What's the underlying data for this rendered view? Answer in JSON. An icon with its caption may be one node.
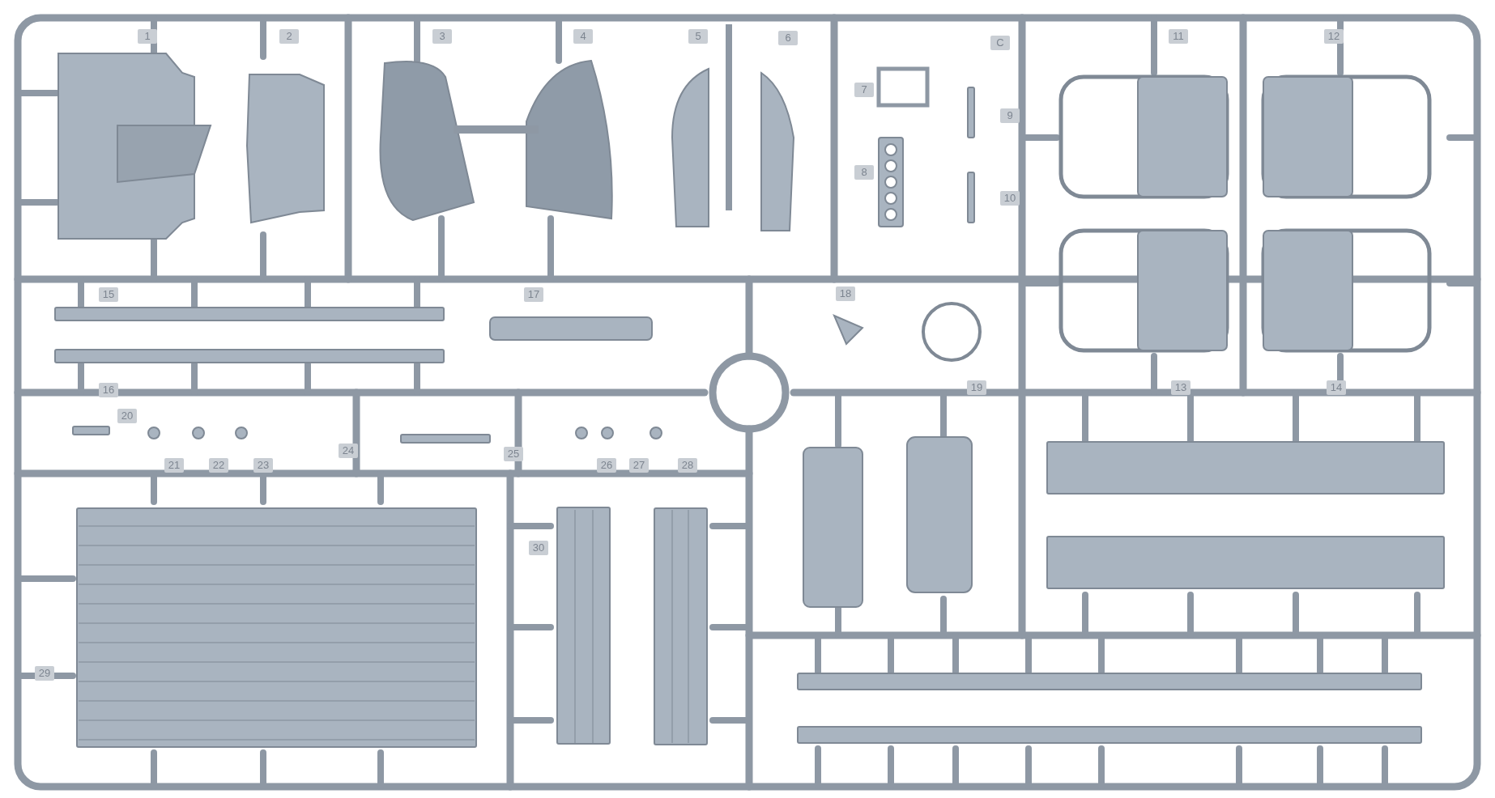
{
  "diagram": {
    "labels": [
      "1",
      "2",
      "3",
      "4",
      "5",
      "6",
      "C",
      "7",
      "8",
      "9",
      "10",
      "11",
      "12",
      "15",
      "17",
      "18",
      "16",
      "19",
      "13",
      "14",
      "20",
      "24",
      "25",
      "21",
      "22",
      "23",
      "26",
      "27",
      "28",
      "30",
      "29"
    ]
  }
}
